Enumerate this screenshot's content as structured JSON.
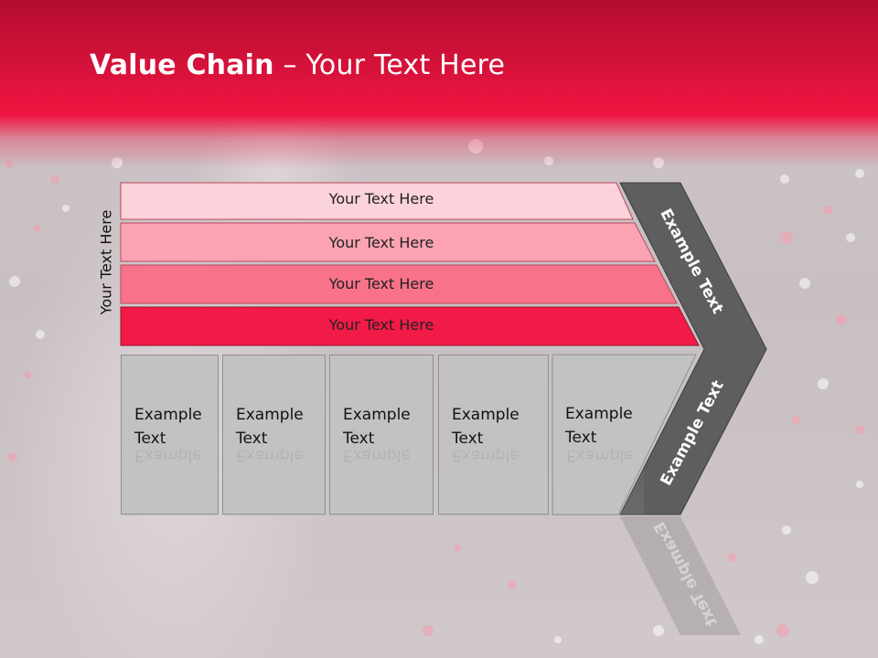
{
  "slide": {
    "title_bold": "Value Chain",
    "title_rest": " – Your Text Here",
    "side_label": "Your Text Here"
  },
  "bands": [
    {
      "label": "Your Text Here",
      "color": "#fcd3da"
    },
    {
      "label": "Your Text Here",
      "color": "#fba3b2"
    },
    {
      "label": "Your Text Here",
      "color": "#f8738a"
    },
    {
      "label": "Your Text Here",
      "color": "#f21a47"
    }
  ],
  "boxes": [
    {
      "label": "Example Text"
    },
    {
      "label": "Example Text"
    },
    {
      "label": "Example Text"
    },
    {
      "label": "Example Text"
    },
    {
      "label": "Example Text"
    }
  ],
  "chevron": {
    "top_label": "Example Text",
    "bottom_label": "Example Text",
    "color": "#5e5e5e"
  },
  "theme": {
    "header_red": "#e8143e",
    "box_gray": "#c2c2c2"
  }
}
